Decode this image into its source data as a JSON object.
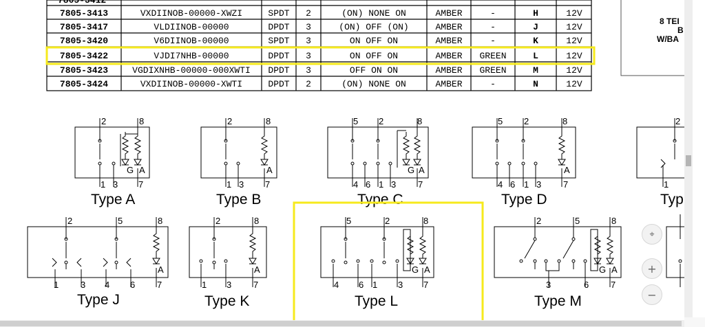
{
  "spec_table": {
    "header_partial": "7805-3412",
    "rows": [
      {
        "part": "7805-3413",
        "code": "VXDIINOB-00000-XWZI",
        "pole": "SPDT",
        "pos": "2",
        "function": "(ON)  NONE  ON",
        "led1": "AMBER",
        "led2": "-",
        "type": "H",
        "volt": "12V"
      },
      {
        "part": "7805-3417",
        "code": "VLDIINOB-00000",
        "pole": "DPDT",
        "pos": "3",
        "function": "(ON)  OFF  (ON)",
        "led1": "AMBER",
        "led2": "-",
        "type": "J",
        "volt": "12V"
      },
      {
        "part": "7805-3420",
        "code": "V6DIINOB-00000",
        "pole": "SPDT",
        "pos": "3",
        "function": "ON   OFF   ON",
        "led1": "AMBER",
        "led2": "-",
        "type": "K",
        "volt": "12V"
      },
      {
        "part": "7805-3422",
        "code": "VJDI7NHB-00000",
        "pole": "DPDT",
        "pos": "3",
        "function": "ON   OFF   ON",
        "led1": "AMBER",
        "led2": "GREEN",
        "type": "L",
        "volt": "12V"
      },
      {
        "part": "7805-3423",
        "code": "VGDIXNHB-00000-000XWTI",
        "pole": "DPDT",
        "pos": "3",
        "function": "OFF   ON   ON",
        "led1": "AMBER",
        "led2": "GREEN",
        "type": "M",
        "volt": "12V"
      },
      {
        "part": "7805-3424",
        "code": "VXDIINOB-00000-XWTI",
        "pole": "DPDT",
        "pos": "2",
        "function": "(ON)  NONE  ON",
        "led1": "AMBER",
        "led2": "-",
        "type": "N",
        "volt": "12V"
      }
    ],
    "highlighted_part": "7805-3422"
  },
  "side_legend": {
    "line1": "8 TEI",
    "line2": "B",
    "line3": "W/BA"
  },
  "diagrams_row1": [
    {
      "caption": "Type A",
      "top_pins": [
        "2",
        "8"
      ],
      "bottom_pins": [
        "1",
        "3",
        "7"
      ],
      "led_labels": [
        "G",
        "A"
      ]
    },
    {
      "caption": "Type B",
      "top_pins": [
        "2",
        "8"
      ],
      "bottom_pins": [
        "1",
        "3",
        "7"
      ],
      "led_labels": [
        "A"
      ]
    },
    {
      "caption": "Type C",
      "top_pins": [
        "5",
        "2",
        "8"
      ],
      "bottom_pins": [
        "4",
        "6",
        "1",
        "3",
        "7"
      ],
      "led_labels": [
        "G",
        "A"
      ]
    },
    {
      "caption": "Type D",
      "top_pins": [
        "5",
        "2",
        "8"
      ],
      "bottom_pins": [
        "4",
        "6",
        "1",
        "3",
        "7"
      ],
      "led_labels": [
        "A"
      ]
    },
    {
      "caption": "Typ",
      "top_pins": [
        "2"
      ],
      "bottom_pins": [
        "1"
      ],
      "led_labels": []
    }
  ],
  "diagrams_row2": [
    {
      "caption": "Type J",
      "top_pins": [
        "2",
        "5",
        "8"
      ],
      "bottom_pins": [
        "1",
        "3",
        "4",
        "6",
        "7"
      ],
      "led_labels": [
        "A"
      ]
    },
    {
      "caption": "Type K",
      "top_pins": [
        "2",
        "8"
      ],
      "bottom_pins": [
        "1",
        "3",
        "7"
      ],
      "led_labels": [
        "A"
      ]
    },
    {
      "caption": "Type L",
      "top_pins": [
        "5",
        "2",
        "8"
      ],
      "bottom_pins": [
        "4",
        "6",
        "1",
        "3",
        "7"
      ],
      "led_labels": [
        "G",
        "A"
      ]
    },
    {
      "caption": "Type M",
      "top_pins": [
        "2",
        "5",
        "8"
      ],
      "bottom_pins": [
        "3",
        "6",
        "7"
      ],
      "led_labels": [
        "G",
        "A"
      ]
    }
  ],
  "highlight_color": "#f6ea1c",
  "zoom_controls": {
    "fit_icon": "fit-to-page-icon",
    "plus_label": "+",
    "minus_label": "−"
  }
}
